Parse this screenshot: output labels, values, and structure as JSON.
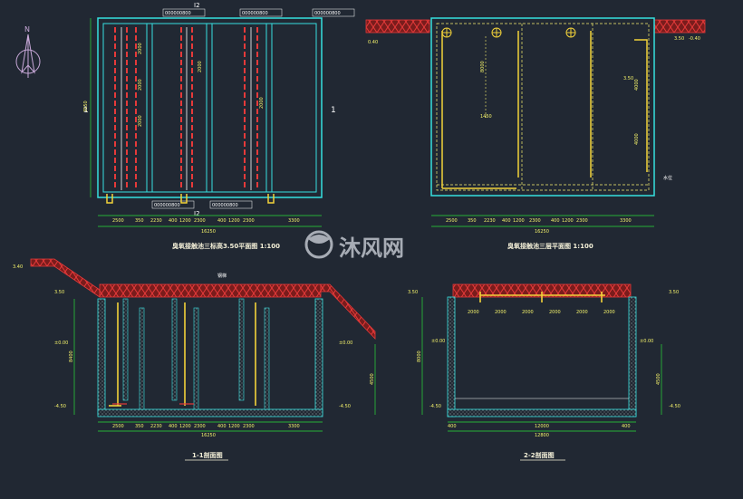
{
  "colors": {
    "background": "#212833",
    "structure": "#36e0e0",
    "dimension": "#2bdc3a",
    "pipe_red": "#e63a3a",
    "pipe_yellow": "#f2d23a",
    "dashed": "#f7f070",
    "text": "#f4f0d8",
    "watermark": "#c9ced6"
  },
  "icons": {
    "north": "north-arrow-icon",
    "logo": "mufeng-logo-icon"
  },
  "plan": {
    "title": "臭氧接触池三标高3.50平面图 1:100",
    "section_mark_top": "I2",
    "section_mark_bottom": "I2",
    "side_mark": "1",
    "left_dim": "3550",
    "bottom_dims": [
      "2500",
      "350",
      "2230",
      "400",
      "1200",
      "2300",
      "400",
      "1200",
      "2300",
      "3300"
    ],
    "total_dim": "16250",
    "tags_top": [
      "000000800",
      "000000800",
      "000000800"
    ],
    "tags_bottom": [
      "000000800",
      "000000800"
    ],
    "riser_dims": [
      "2000",
      "2000",
      "2000",
      "2000",
      "2000"
    ]
  },
  "upper_plan": {
    "title": "臭氧接触池三层平面图 1:100",
    "left_elev": "0.40",
    "right_elev": "-0.40",
    "top_elev": "3.50",
    "bottom_dims": [
      "2500",
      "350",
      "2230",
      "400",
      "1200",
      "2300",
      "400",
      "1200",
      "2300",
      "3300"
    ],
    "total_dim": "16250",
    "inner_dims": [
      "8000",
      "1450",
      "3.50",
      "4000",
      "4000"
    ],
    "side_tag": "水位"
  },
  "section_1": {
    "title": "1-1剖面图",
    "top_label": "钢梯",
    "elevations": [
      "3.40",
      "3.50",
      "±0.00",
      "-4.50",
      "±0.00",
      "-4.50"
    ],
    "vertical_dims": [
      "8400",
      "4500"
    ],
    "bottom_dims": [
      "2500",
      "350",
      "2230",
      "400",
      "1200",
      "2300",
      "400",
      "1200",
      "2300",
      "3300"
    ],
    "total_dim": "16250"
  },
  "section_2": {
    "title": "2-2剖面图",
    "elevations": [
      "3.50",
      "3.50",
      "±0.00",
      "-4.50",
      "±0.00",
      "-4.50"
    ],
    "vertical_dims": [
      "8000",
      "4500"
    ],
    "top_dims": [
      "2000",
      "2000",
      "2000",
      "2000",
      "2000",
      "2000"
    ],
    "bottom_dims": [
      "400",
      "12000",
      "400"
    ],
    "total_dim": "12800"
  },
  "watermark": {
    "text": "沐风网"
  }
}
